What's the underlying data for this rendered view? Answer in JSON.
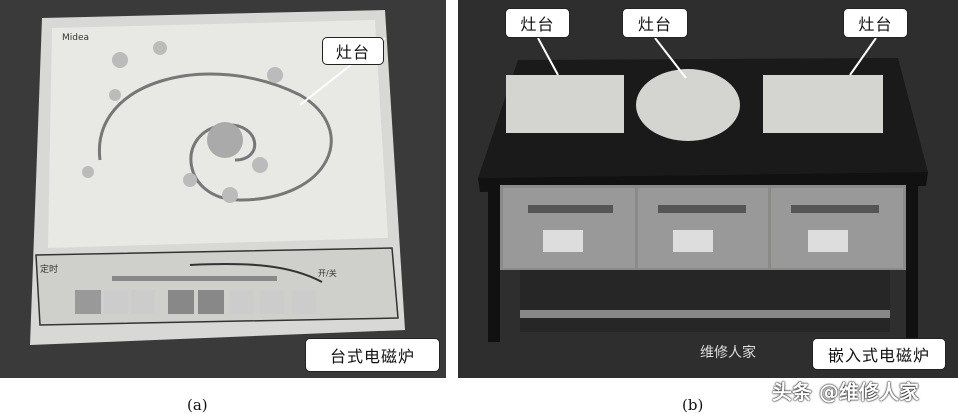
{
  "panel_a": {
    "label_stove_top": "灶台",
    "label_type": "台式电磁炉",
    "brand": "Midea",
    "button_timer": "定时",
    "button_power": "开/关",
    "caption": "(a)"
  },
  "panel_b": {
    "labels_stove_top": [
      "灶台",
      "灶台",
      "灶台"
    ],
    "label_type": "嵌入式电磁炉",
    "caption": "(b)"
  },
  "watermark": {
    "text": "头条 @维修人家",
    "faint_text": "维修人家"
  }
}
